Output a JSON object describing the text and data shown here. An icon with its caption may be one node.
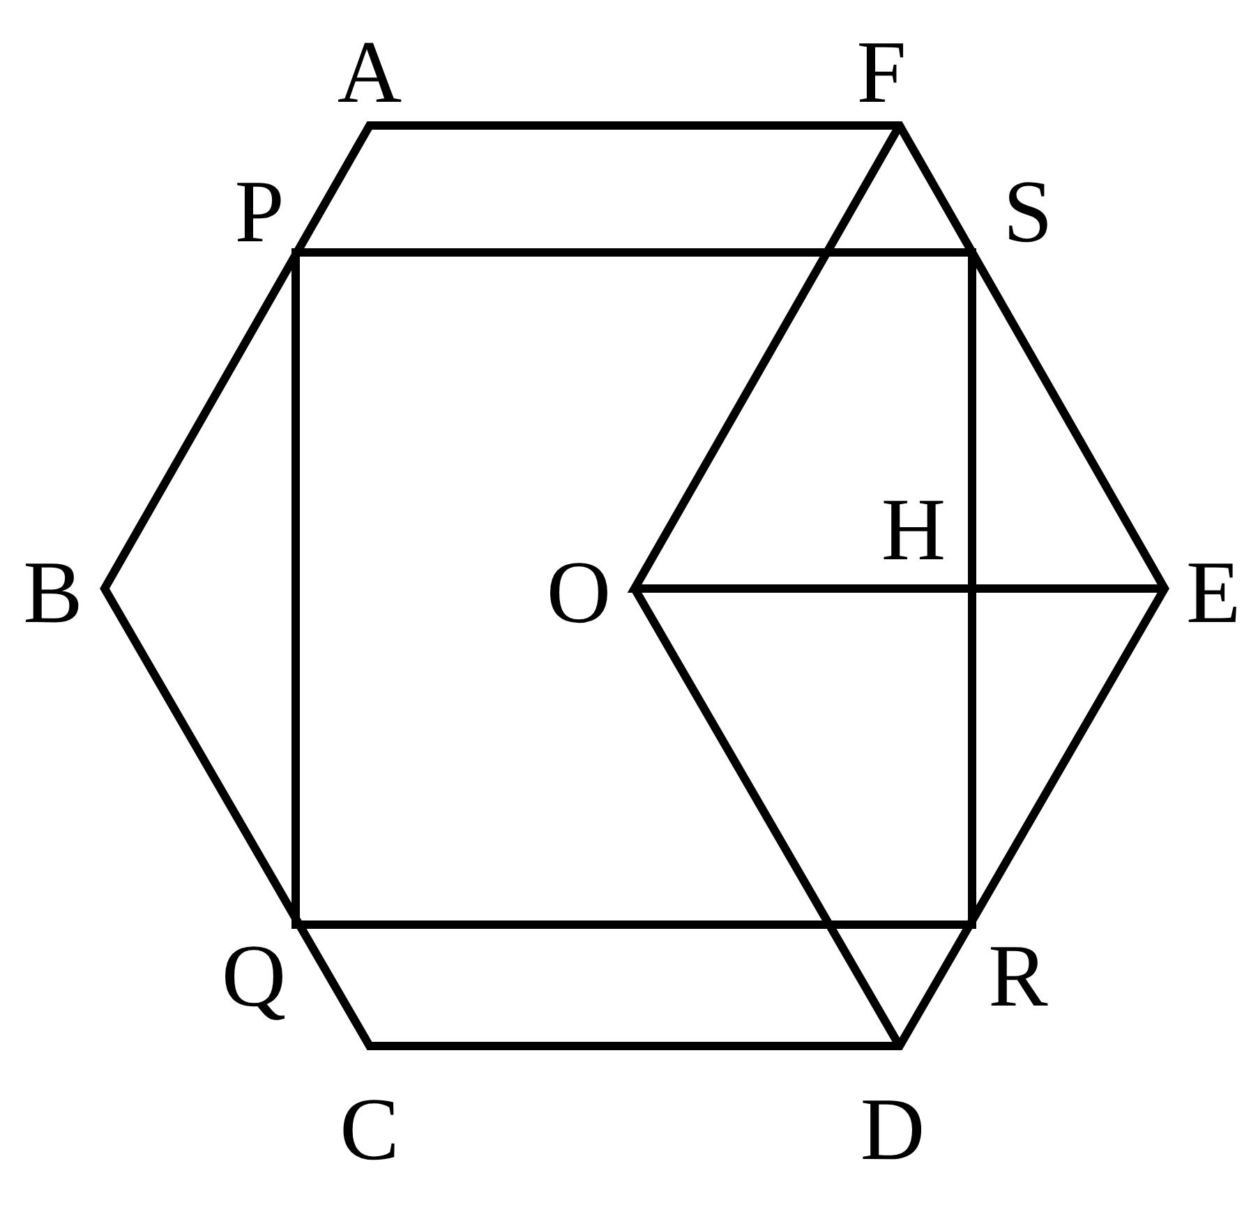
{
  "diagram": {
    "labels": [
      "A",
      "F",
      "P",
      "S",
      "H",
      "B",
      "O",
      "E",
      "Q",
      "R",
      "C",
      "D"
    ]
  }
}
